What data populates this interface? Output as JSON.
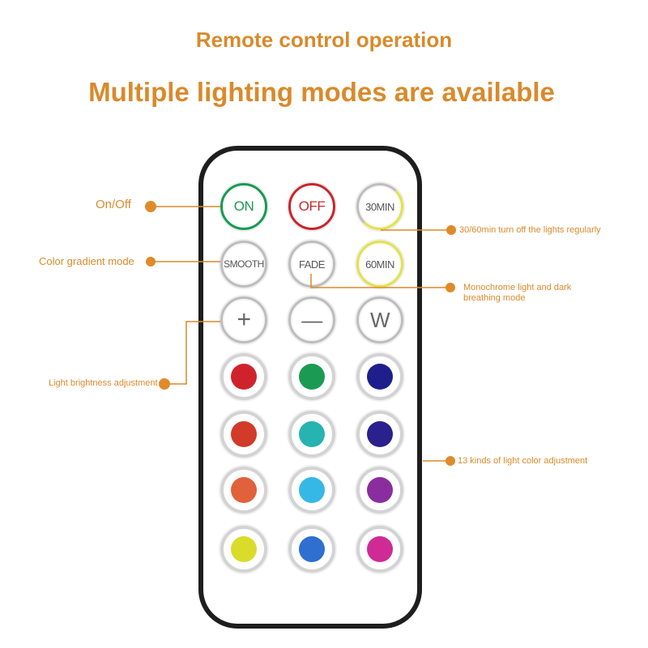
{
  "header": {
    "title": "Remote control operation",
    "subtitle": "Multiple lighting modes are available"
  },
  "remote": {
    "buttons": {
      "on": "ON",
      "off": "OFF",
      "timer30": "30MIN",
      "smooth": "SMOOTH",
      "fade": "FADE",
      "timer60": "60MIN",
      "plus": "+",
      "minus": "—",
      "white": "W"
    },
    "colors": [
      "#d0222c",
      "#1a9a52",
      "#1e1f8c",
      "#d23a2a",
      "#27b3b0",
      "#2a208e",
      "#e0613a",
      "#35b8e6",
      "#8a2d9e",
      "#d9dc2a",
      "#2e6fd0",
      "#d02a96"
    ],
    "accent": "#d98a2b"
  },
  "annotations": {
    "on_off": "On/Off",
    "gradient": "Color gradient mode",
    "brightness": "Light brightness adjustment",
    "timer": "30/60min turn off the lights regularly",
    "mono_line1": "Monochrome light and dark",
    "mono_line2": "breathing mode",
    "colors": "13 kinds of light color adjustment"
  }
}
